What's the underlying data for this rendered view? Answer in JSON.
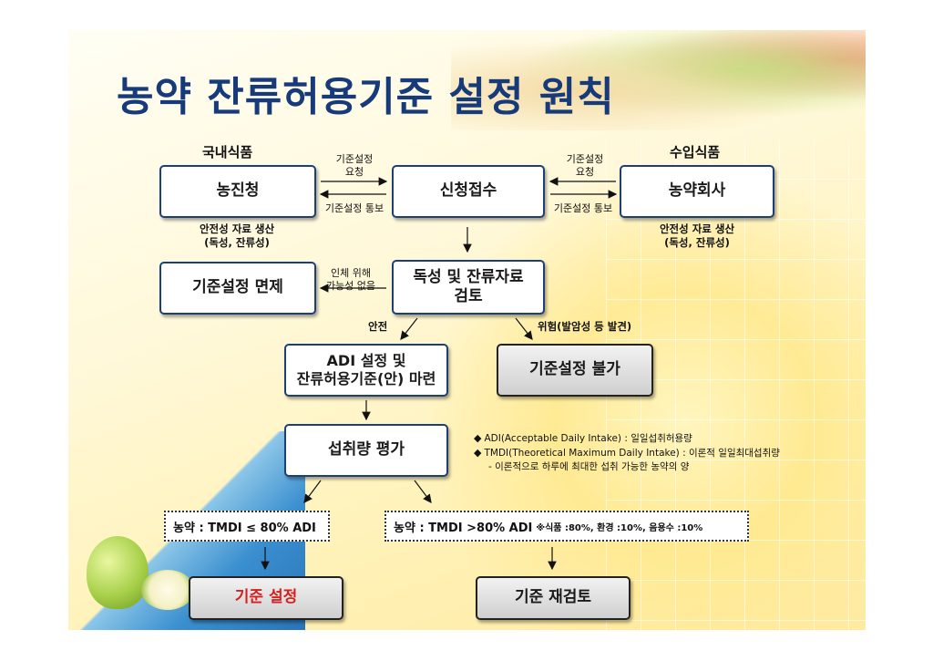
{
  "title": "농약 잔류허용기준 설정 원칙",
  "headers": {
    "domestic": "국내식품",
    "imported": "수입식품"
  },
  "nodes": {
    "nongjincheong": "농진청",
    "sincheong": "신청접수",
    "company": "농약회사",
    "exempt": "기준설정 면제",
    "review_line1": "독성 및 잔류자료",
    "review_line2": "검토",
    "adi_line1": "ADI  설정 및",
    "adi_line2": "잔류허용기준(안) 마련",
    "impossible": "기준설정 불가",
    "intake": "섭취량 평가",
    "result_set": "기준 설정",
    "result_review": "기준 재검토"
  },
  "edge_labels": {
    "request_left_1": "기준설정",
    "request_left_2": "요청",
    "notify_left": "기준설정 통보",
    "request_right_1": "기준설정",
    "request_right_2": "요청",
    "notify_right": "기준설정 통보",
    "safety_left_1": "안전성 자료 생산",
    "safety_left_2": "(독성, 잔류성)",
    "safety_right_1": "안전성 자료 생산",
    "safety_right_2": "(독성, 잔류성)",
    "no_risk_1": "인체 위해",
    "no_risk_2": "가능성 없음",
    "safe": "안전",
    "danger": "위험(발암성 등 발견)"
  },
  "conditions": {
    "low": "농약 : TMDI ≤ 80% ADI",
    "high": "농약 : TMDI >80% ADI",
    "high_note": "※식품 :80%, 환경 :10%, 음용수 :10%"
  },
  "definitions": {
    "adi": "ADI(Acceptable Daily Intake) : 일일섭취허용량",
    "tmdi": "TMDI(Theoretical Maximum Daily Intake) : 이론적 일일최대섭취량",
    "tmdi_desc": "- 이론적으로 하루에 최대한 섭취 가능한 농약의 양",
    "bullet": "◆"
  }
}
